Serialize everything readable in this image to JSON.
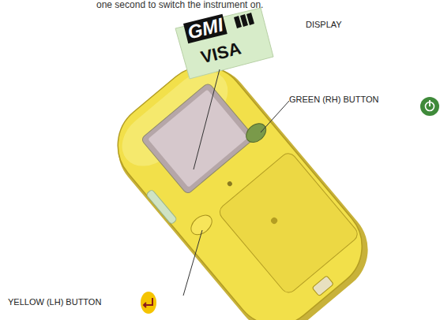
{
  "diagram": {
    "labels": [
      "one second to switch the instrument on.",
      "GMI",
      "VISA",
      "DISPLAY",
      "GREEN (RH) BUTTON",
      "YELLOW (LH) BUTTON"
    ]
  }
}
